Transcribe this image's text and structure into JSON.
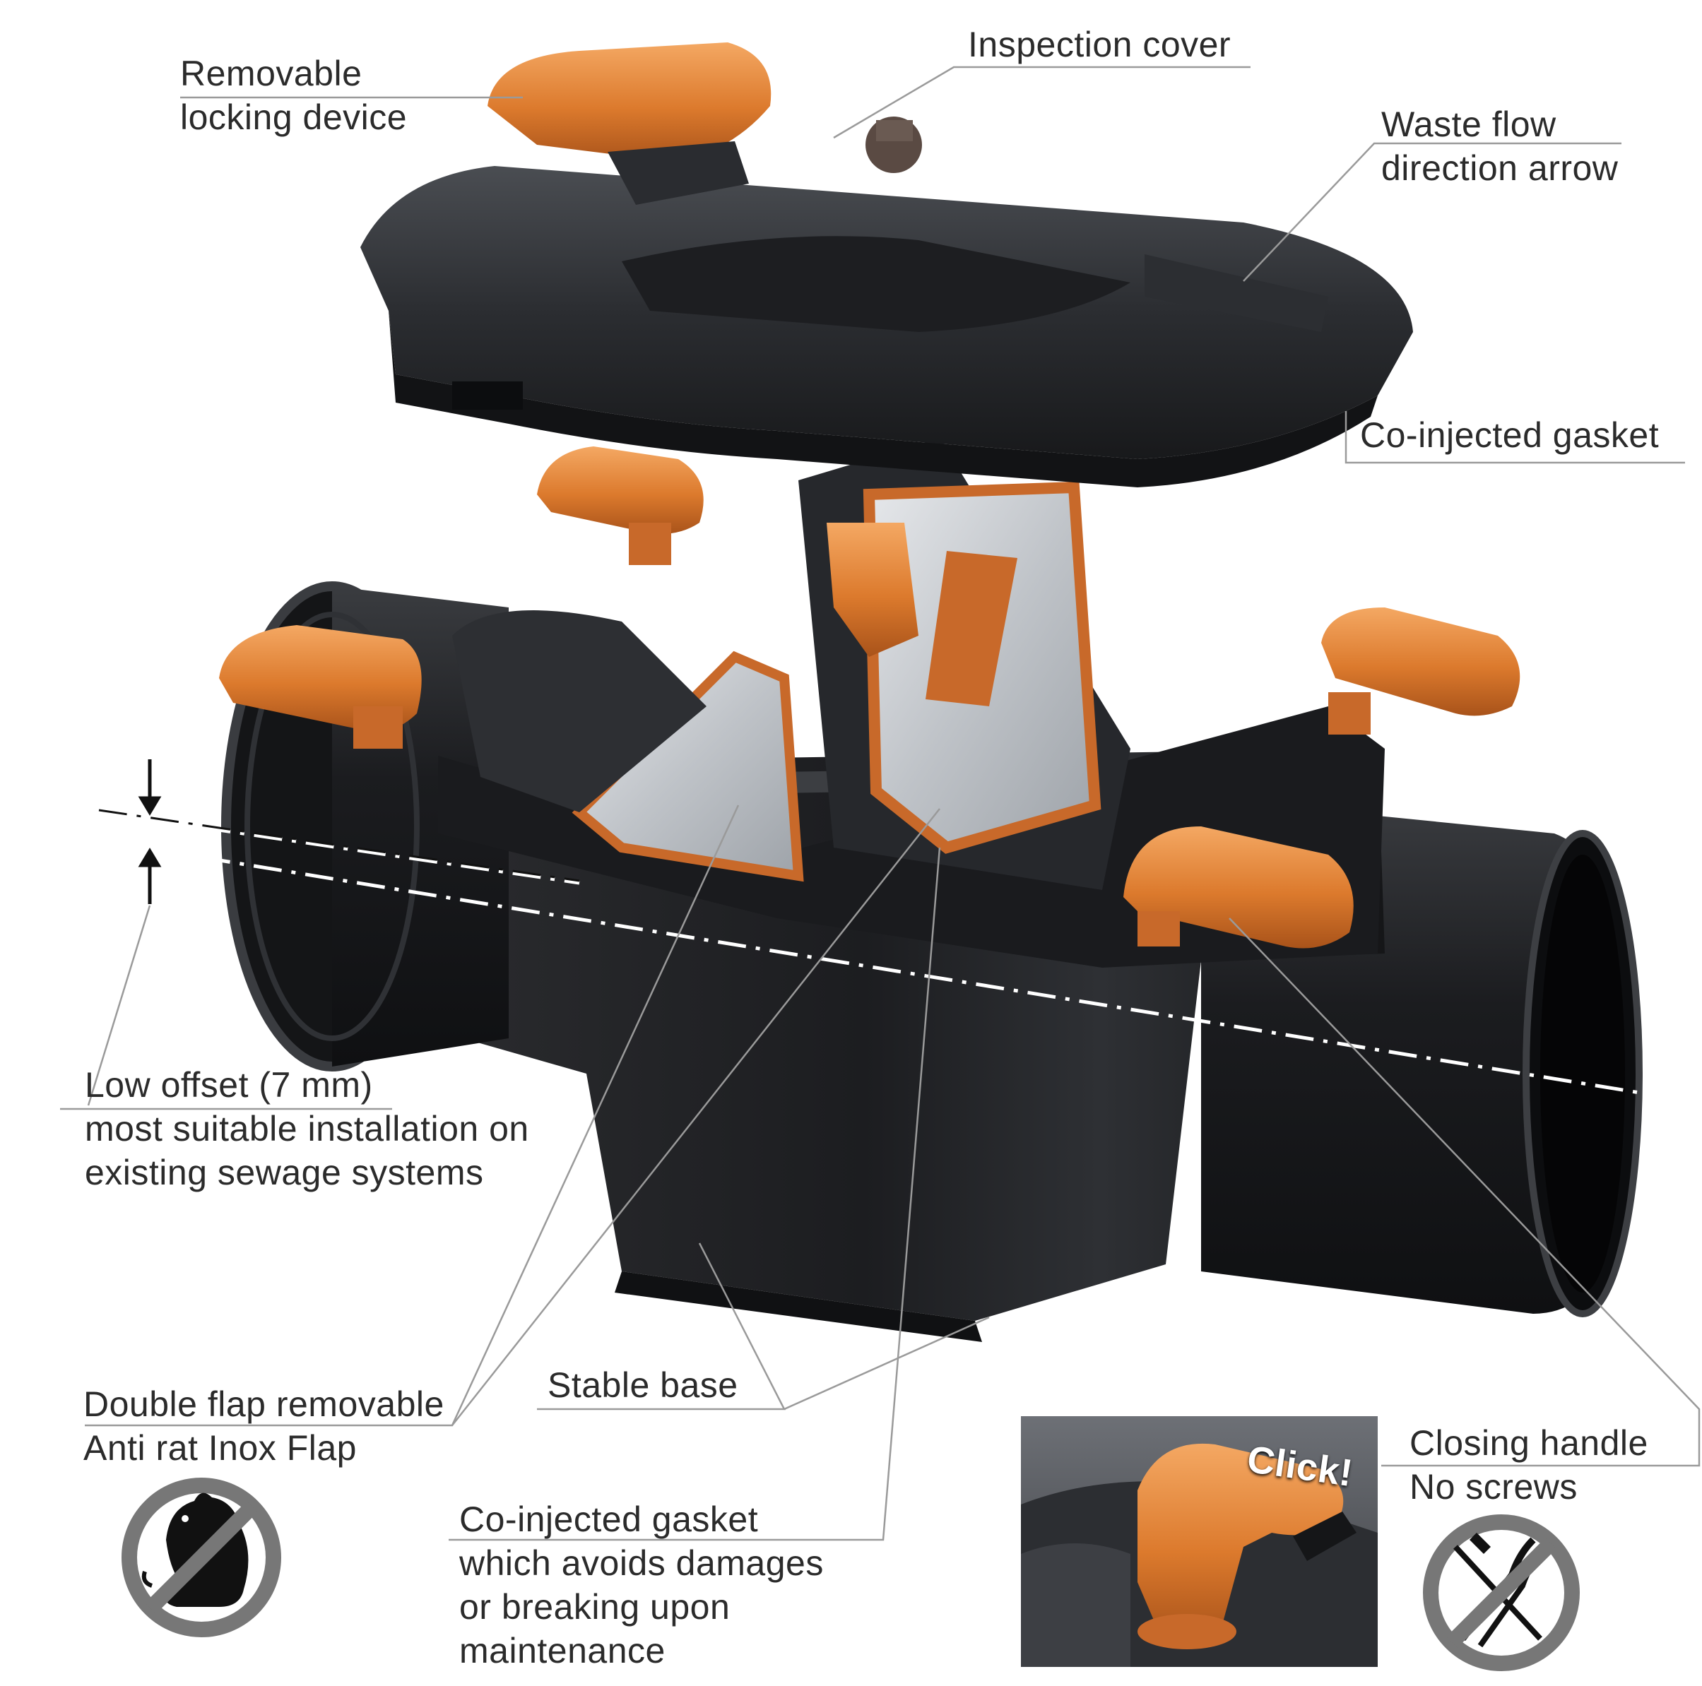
{
  "labels": {
    "removable_locking": [
      "Removable",
      "locking device"
    ],
    "inspection_cover": [
      "Inspection cover"
    ],
    "waste_flow": [
      "Waste flow",
      "direction arrow"
    ],
    "gasket_top": [
      "Co-injected gasket"
    ],
    "low_offset": [
      "Low offset (7 mm)",
      "most suitable installation on",
      "existing sewage systems"
    ],
    "stable_base": [
      "Stable base"
    ],
    "double_flap": [
      "Double flap removable",
      "Anti rat Inox Flap"
    ],
    "gasket_bottom": [
      "Co-injected gasket",
      "which avoids damages",
      "or breaking upon",
      "maintenance"
    ],
    "closing_handle": [
      "Closing handle",
      "No screws"
    ],
    "click_text": "Click!"
  },
  "colors": {
    "text": "#2b2b2b",
    "leader": "#9a9a9a",
    "body": "#1f2023",
    "body_highlight": "#55585d",
    "orange": "#d9772b",
    "orange_light": "#f2a25a",
    "steel": "#c9cdd2",
    "prohibition": "#777777"
  },
  "icons": [
    "rat-icon",
    "tools-icon",
    "prohibition-sign-icon"
  ]
}
